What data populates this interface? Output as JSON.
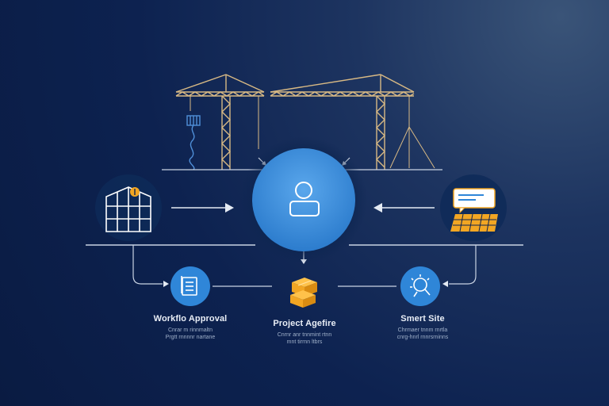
{
  "nodes": {
    "workflow": {
      "title": "Workflo Approval",
      "sub1": "Cnrar m rinnmaltn",
      "sub2": "Prgtt rnnnnr nartane"
    },
    "project": {
      "title": "Project Agefire",
      "sub1": "Cnrnr anr tnnmint rtnn",
      "sub2": "mnt tirrnn ltbrs"
    },
    "smart": {
      "title": "Smert Site",
      "sub1": "Chrmaer tnnm rnrtla",
      "sub2": "cnrg-hnrl rnnrsrninns"
    }
  },
  "icons": {
    "cranes": "tower-crane-icon",
    "center": "user-avatar-icon",
    "left": "building-icon",
    "right": "chat-keyboard-icon",
    "workflow": "document-icon",
    "project": "boxes-icon",
    "smart": "site-monitor-icon"
  },
  "colors": {
    "background": "#0d2250",
    "hub": "#3d8fdc",
    "node": "#2f86d8",
    "accent": "#f2a623",
    "line": "#c9d3e3"
  }
}
